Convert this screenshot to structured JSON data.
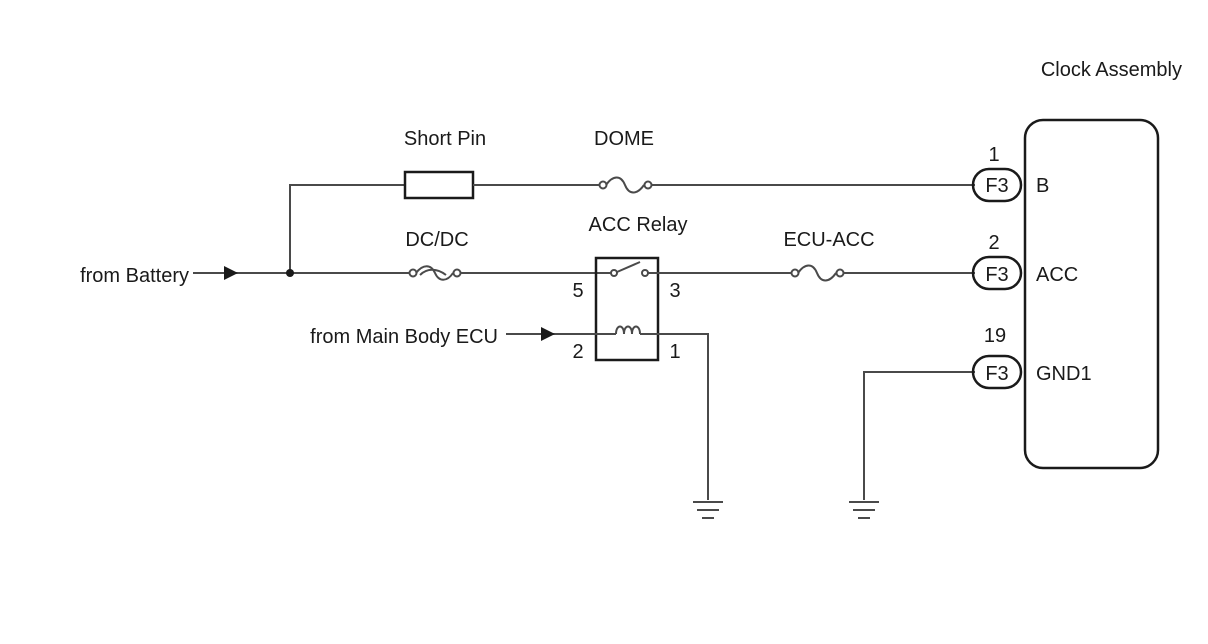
{
  "component": {
    "title": "Clock Assembly"
  },
  "inputs": {
    "battery": "from Battery",
    "main_body_ecu": "from Main Body ECU"
  },
  "parts": {
    "short_pin": "Short Pin",
    "dome_fuse": "DOME",
    "dcdc_fuse": "DC/DC",
    "ecu_acc_fuse": "ECU-ACC",
    "acc_relay": "ACC Relay"
  },
  "relay_pins": {
    "p5": "5",
    "p3": "3",
    "p2": "2",
    "p1": "1"
  },
  "connectors": [
    {
      "pin": "1",
      "connector": "F3",
      "terminal": "B"
    },
    {
      "pin": "2",
      "connector": "F3",
      "terminal": "ACC"
    },
    {
      "pin": "19",
      "connector": "F3",
      "terminal": "GND1"
    }
  ]
}
